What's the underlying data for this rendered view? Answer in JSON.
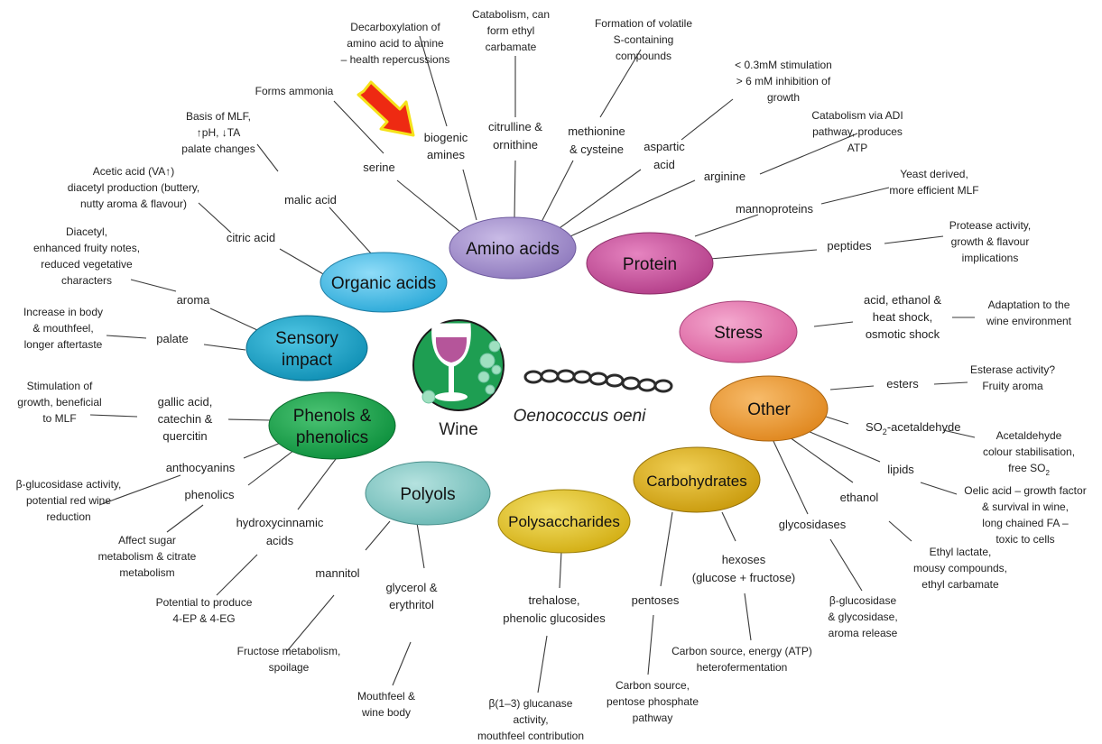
{
  "center": {
    "wine_label": "Wine",
    "organism_label": "Oenococcus oeni",
    "colors": {
      "wine_circle": "#1e9e52",
      "glass": "#b5559a",
      "chain": "#2b2b2b"
    }
  },
  "arrow_icon": "red-arrow-pointing-to-biogenic-amines",
  "hubs": {
    "amino_acids": "Amino acids",
    "protein": "Protein",
    "organic_acids": "Organic acids",
    "sensory": [
      "Sensory",
      "impact"
    ],
    "stress": "Stress",
    "other": "Other",
    "phenols": [
      "Phenols &",
      "phenolics"
    ],
    "polyols": "Polyols",
    "polysaccharides": "Polysaccharides",
    "carbohydrates": "Carbohydrates"
  },
  "hub_colors": {
    "amino_acids": "#9b86c8",
    "protein": "#c8479a",
    "organic_acids": "#3cbde8",
    "sensory": "#19a8cc",
    "stress": "#e06fa8",
    "other": "#e8922a",
    "phenols": "#14a24a",
    "polyols": "#7fc7c4",
    "polysaccharides": "#e0c02a",
    "carbohydrates": "#d8aa1a"
  },
  "labels": {
    "biogenic": [
      "biogenic",
      "amines"
    ],
    "serine": "serine",
    "citrulline": [
      "citrulline &",
      "ornithine"
    ],
    "methionine": [
      "methionine",
      "& cysteine"
    ],
    "aspartic": [
      "aspartic",
      "acid"
    ],
    "arginine": "arginine",
    "mannoproteins": "mannoproteins",
    "peptides": "peptides",
    "malic": "malic acid",
    "citric": "citric acid",
    "aroma": "aroma",
    "palate": "palate",
    "stress_cond": [
      "acid, ethanol &",
      "heat shock,",
      "osmotic shock"
    ],
    "esters": "esters",
    "so2_prefix": "SO",
    "so2_sub": "2",
    "so2_suffix": "-acetaldehyde",
    "lipids": "lipids",
    "ethanol": "ethanol",
    "glycosidases": "glycosidases",
    "gallic": [
      "gallic acid,",
      "catechin &",
      "quercitin"
    ],
    "anthocyanins": "anthocyanins",
    "phenolics": "phenolics",
    "hydroxycinnamic": [
      "hydroxycinnamic",
      "acids"
    ],
    "mannitol": "mannitol",
    "glycerol": [
      "glycerol &",
      "erythritol"
    ],
    "trehalose": [
      "trehalose,",
      "phenolic glucosides"
    ],
    "pentoses": "pentoses",
    "hexoses": [
      "hexoses",
      "(glucose + fructose)"
    ]
  },
  "notes": {
    "decarboxylation": [
      "Decarboxylation of",
      "amino acid to amine",
      "– health repercussions"
    ],
    "forms_ammonia": "Forms ammonia",
    "catabolism_carbamate": [
      "Catabolism, can",
      "form ethyl",
      "carbamate"
    ],
    "volatile_s": [
      "Formation of volatile",
      "S-containing",
      "compounds"
    ],
    "stimulation": [
      "< 0.3mM stimulation",
      "> 6 mM inhibition of",
      "growth"
    ],
    "adi": [
      "Catabolism via ADI",
      "pathway, produces",
      "ATP"
    ],
    "yeast_derived": [
      "Yeast derived,",
      "more efficient MLF"
    ],
    "protease": [
      "Protease activity,",
      "growth & flavour",
      "implications"
    ],
    "basis_mlf": [
      "Basis of MLF,",
      "↑pH, ↓TA",
      "palate changes"
    ],
    "acetic": [
      "Acetic acid (VA↑)",
      "diacetyl production (buttery,",
      "nutty aroma & flavour)"
    ],
    "diacetyl": [
      "Diacetyl,",
      "enhanced fruity notes,",
      "reduced vegetative",
      "characters"
    ],
    "body": [
      "Increase in body",
      "& mouthfeel,",
      "longer aftertaste"
    ],
    "adaptation": [
      "Adaptation to the",
      "wine environment"
    ],
    "esterase": [
      "Esterase activity?",
      "Fruity aroma"
    ],
    "acetaldehyde": [
      "Acetaldehyde",
      "colour stabilisation,"
    ],
    "free_so2_prefix": "free SO",
    "free_so2_sub": "2",
    "oleic": [
      "Oelic acid – growth factor",
      "& survival in wine,",
      "long chained FA –",
      "toxic to cells"
    ],
    "ethyl_lactate": [
      "Ethyl lactate,",
      "mousy compounds,",
      "ethyl carbamate"
    ],
    "aroma_release": [
      "β-glucosidase",
      "& glycosidase,",
      "aroma release"
    ],
    "stim_growth": [
      "Stimulation of",
      "growth, beneficial",
      "to MLF"
    ],
    "beta_gluc": [
      "β-glucosidase activity,",
      "potential red wine",
      "reduction"
    ],
    "sugar_metab": [
      "Affect sugar",
      "metabolism & citrate",
      "metabolism"
    ],
    "ep_eg": [
      "Potential to produce",
      "4-EP & 4-EG"
    ],
    "fructose": [
      "Fructose metabolism,",
      "spoilage"
    ],
    "mouthfeel": [
      "Mouthfeel &",
      "wine body"
    ],
    "glucanase": [
      "β(1–3) glucanase",
      "activity,",
      "mouthfeel contribution"
    ],
    "pentose_phosphate": [
      "Carbon source,",
      "pentose phosphate",
      "pathway"
    ],
    "heterofermentation": [
      "Carbon source, energy (ATP)",
      "heterofermentation"
    ]
  }
}
